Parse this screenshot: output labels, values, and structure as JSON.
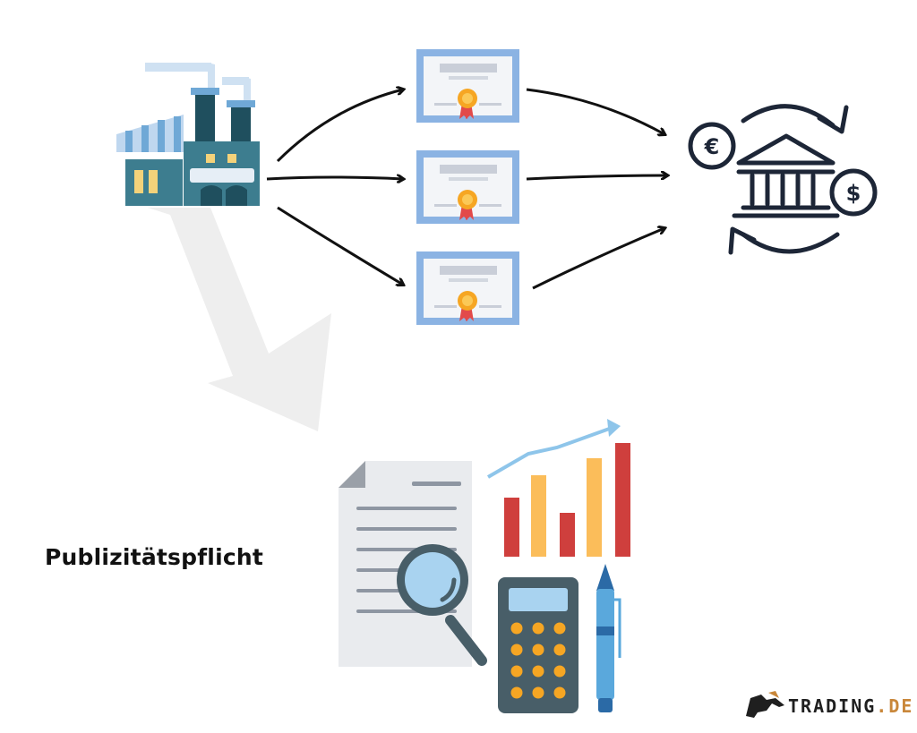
{
  "diagram": {
    "label": "Publizitätspflicht",
    "brand": {
      "text_main": "TRADING",
      "text_tld": ".DE"
    }
  },
  "icons": {
    "factory": "factory-icon",
    "certificates": [
      "certificate-icon",
      "certificate-icon",
      "certificate-icon"
    ],
    "bank": "bank-exchange-icon",
    "report": "report-document-icon",
    "magnifier": "magnifier-icon",
    "bar_chart": "bar-chart-icon",
    "calculator": "calculator-icon",
    "pen": "pen-icon",
    "brand_logo": "bull-logo-icon"
  },
  "colors": {
    "factory_teal": "#3d7d8f",
    "factory_dark": "#1f4f5e",
    "certificate_blue": "#8bb3e3",
    "seal_orange": "#f6a623",
    "bank_navy": "#1d2637",
    "bar_red": "#cf3f3d",
    "bar_yellow": "#fbbd5a",
    "calculator_dark": "#485e68",
    "brand_accent": "#c9873a"
  }
}
